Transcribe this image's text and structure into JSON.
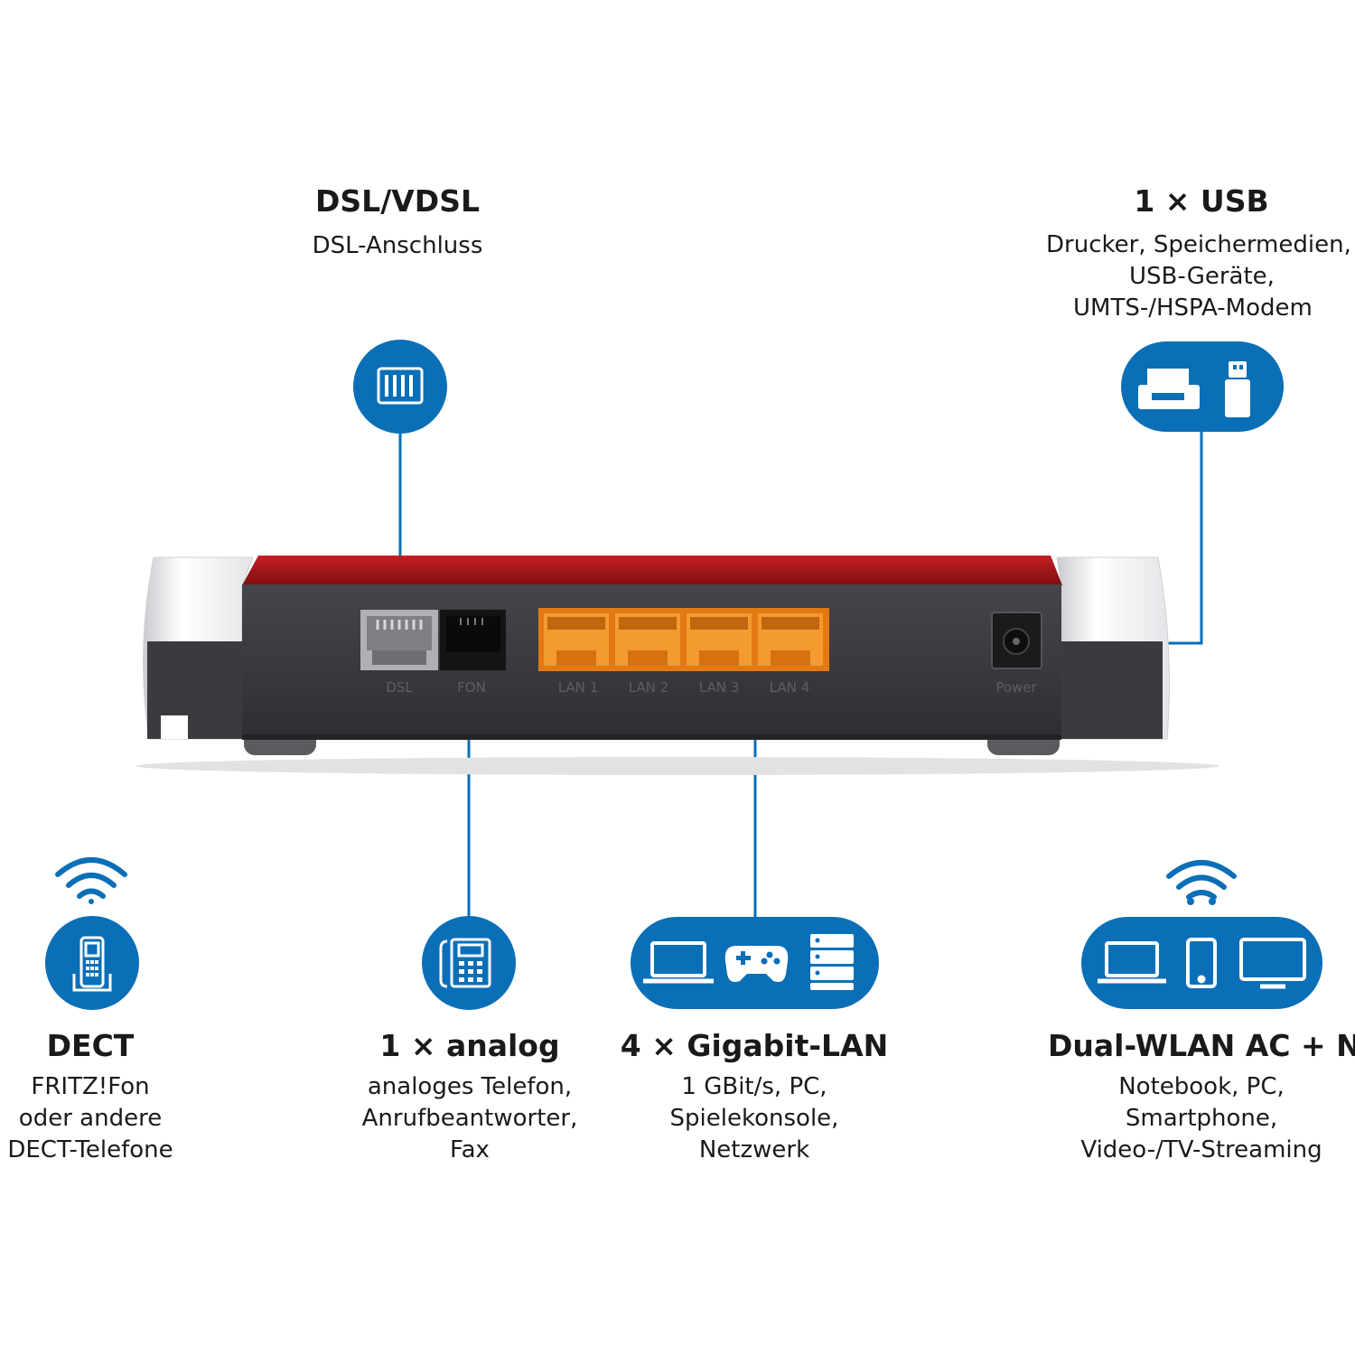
{
  "blocks": {
    "dsl": {
      "title": "DSL/VDSL",
      "lines": [
        "DSL-Anschluss"
      ]
    },
    "usb": {
      "title": "1 × USB",
      "lines": [
        "Drucker, Speichermedien,",
        "USB-Geräte,",
        "UMTS-/HSPA-Modem"
      ]
    },
    "dect": {
      "title": "DECT",
      "lines": [
        "FRITZ!Fon",
        "oder andere",
        "DECT-Telefone"
      ]
    },
    "analog": {
      "title": "1 × analog",
      "lines": [
        "analoges Telefon,",
        "Anrufbeantworter,",
        "Fax"
      ]
    },
    "lan": {
      "title": "4 × Gigabit-LAN",
      "lines": [
        "1 GBit/s, PC,",
        "Spielekonsole,",
        "Netzwerk"
      ]
    },
    "wlan": {
      "title": "Dual-WLAN AC + N",
      "lines": [
        "Notebook, PC,",
        "Smartphone,",
        "Video-/TV-Streaming"
      ]
    }
  },
  "ports": {
    "dsl": "DSL",
    "fon": "FON",
    "lan": [
      "LAN 1",
      "LAN 2",
      "LAN 3",
      "LAN 4"
    ],
    "power": "Power"
  },
  "colors": {
    "accent": "#0a6fb7",
    "router_red": "#a5141b",
    "router_body": "#3b3c40",
    "lan_port": "#f08a1c"
  },
  "icons": [
    "dsl-port-icon",
    "printer-icon",
    "usb-stick-icon",
    "wifi-icon",
    "cordless-phone-icon",
    "desk-phone-icon",
    "laptop-icon",
    "gamepad-icon",
    "server-icon",
    "smartphone-icon",
    "monitor-icon"
  ]
}
